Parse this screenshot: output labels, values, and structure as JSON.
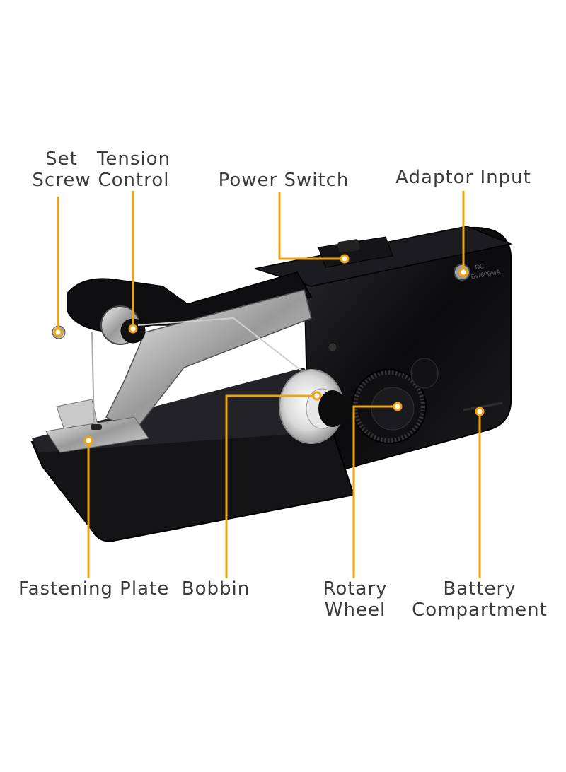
{
  "callout_color": "#f0a30a",
  "body_color": "#0e0e10",
  "labels": {
    "set_screw": [
      "Set",
      "Screw"
    ],
    "tension_control": [
      "Tension",
      "Control"
    ],
    "power_switch": [
      "Power Switch"
    ],
    "adaptor_input": [
      "Adaptor Input"
    ],
    "fastening_plate": [
      "Fastening Plate"
    ],
    "bobbin": [
      "Bobbin"
    ],
    "rotary_wheel": [
      "Rotary",
      "Wheel"
    ],
    "battery_compartment": [
      "Battery",
      "Compartment"
    ]
  },
  "device_print": {
    "adaptor_marking": [
      "DC",
      "6V/600MA"
    ]
  }
}
